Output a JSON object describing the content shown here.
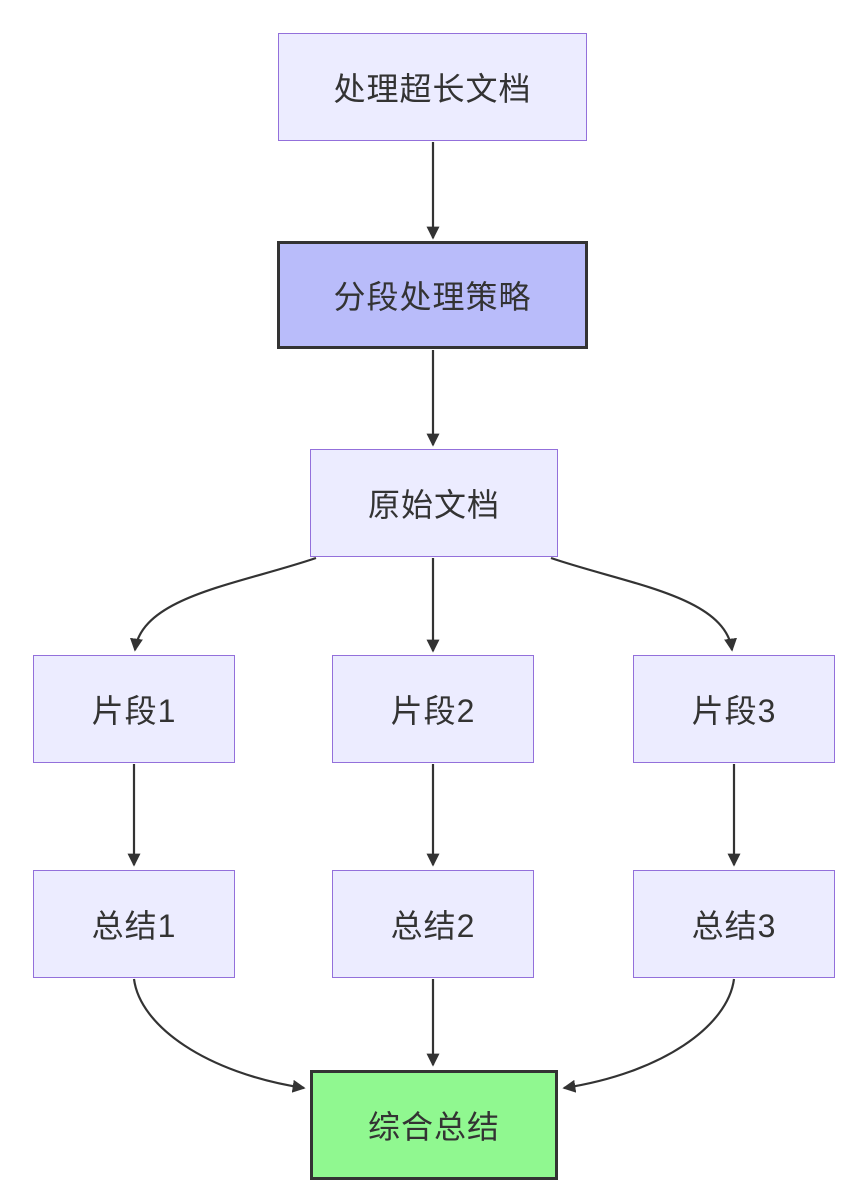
{
  "diagram": {
    "type": "flowchart",
    "direction": "top-down",
    "background_color": "#ffffff",
    "colors": {
      "default_node_fill": "#ECECFF",
      "default_node_border": "#9370DB",
      "highlight_node_fill": "#b9bcfa",
      "highlight_node_border": "#333333",
      "result_node_fill": "#90f890",
      "result_node_border": "#333333",
      "edge_stroke": "#333333",
      "text_color": "#333333"
    },
    "nodes": [
      {
        "id": "start",
        "label": "处理超长文档",
        "style": "default"
      },
      {
        "id": "strategy",
        "label": "分段处理策略",
        "style": "highlight"
      },
      {
        "id": "source",
        "label": "原始文档",
        "style": "default"
      },
      {
        "id": "chunk1",
        "label": "片段1",
        "style": "default"
      },
      {
        "id": "chunk2",
        "label": "片段2",
        "style": "default"
      },
      {
        "id": "chunk3",
        "label": "片段3",
        "style": "default"
      },
      {
        "id": "summary1",
        "label": "总结1",
        "style": "default"
      },
      {
        "id": "summary2",
        "label": "总结2",
        "style": "default"
      },
      {
        "id": "summary3",
        "label": "总结3",
        "style": "default"
      },
      {
        "id": "final",
        "label": "综合总结",
        "style": "result"
      }
    ],
    "edges": [
      {
        "from": "处理超长文档",
        "to": "分段处理策略"
      },
      {
        "from": "分段处理策略",
        "to": "原始文档"
      },
      {
        "from": "原始文档",
        "to": "片段1"
      },
      {
        "from": "原始文档",
        "to": "片段2"
      },
      {
        "from": "原始文档",
        "to": "片段3"
      },
      {
        "from": "片段1",
        "to": "总结1"
      },
      {
        "from": "片段2",
        "to": "总结2"
      },
      {
        "from": "片段3",
        "to": "总结3"
      },
      {
        "from": "总结1",
        "to": "综合总结"
      },
      {
        "from": "总结2",
        "to": "综合总结"
      },
      {
        "from": "总结3",
        "to": "综合总结"
      }
    ]
  }
}
